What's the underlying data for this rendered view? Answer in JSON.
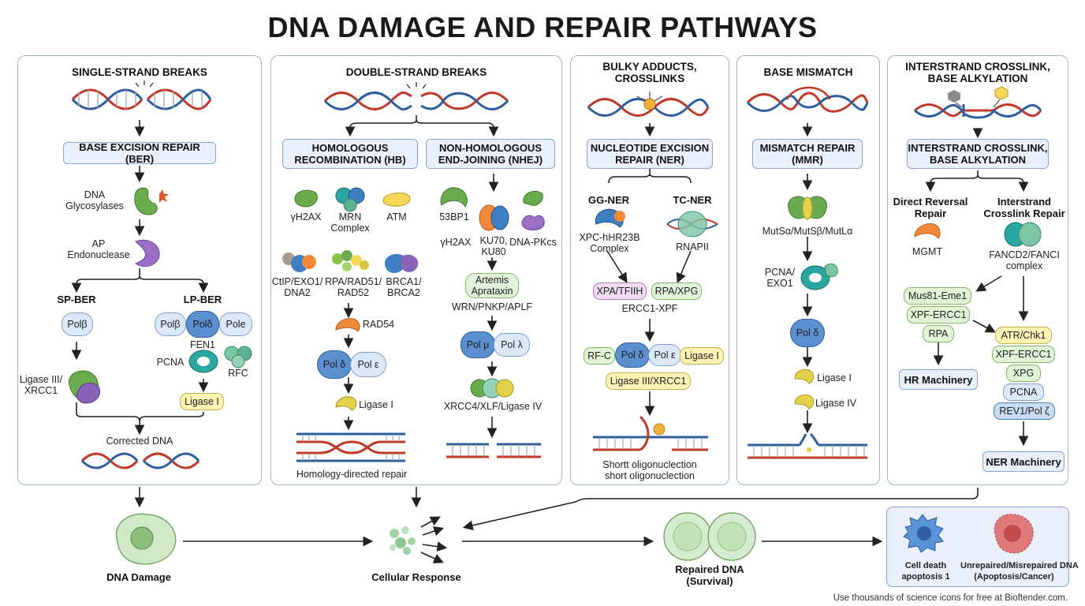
{
  "title": "DNA DAMAGE AND REPAIR PATHWAYS",
  "panels": {
    "ssb": {
      "title": "SINGLE-STRAND BREAKS",
      "ber": "BASE EXCISION REPAIR (BER)",
      "glyco": "DNA\nGlycosylases",
      "ap": "AP\nEndonuclease",
      "spber": "SP-BER",
      "lpber": "LP-BER",
      "polb": "Polβ",
      "polb2": "Polβ",
      "pold": "Polδ",
      "pole": "Pole",
      "fen1": "FEN1",
      "pcna": "PCNA",
      "rfc": "RFC",
      "lig3": "Ligase III/\nXRCC1",
      "lig1": "Ligase I",
      "corrected": "Corrected DNA"
    },
    "dsb": {
      "title": "DOUBLE-STRAND BREAKS",
      "hr": "HOMOLOGOUS\nRECOMBINATION (HB)",
      "nhej": "NON-HOMOLOGOUS\nEND-JOINING (NHEJ)",
      "gh2ax": "γH2AX",
      "mrn": "MRN\nComplex",
      "atm": "ATM",
      "ctip": "CtIP/EXO1/\nDNA2",
      "rpa": "RPA/RAD51/\nRAD52",
      "brca": "BRCA1/\nBRCA2",
      "rad54": "RAD54",
      "pold": "Pol δ",
      "pole": "Pol ε",
      "lig1": "Ligase I",
      "hdr": "Homology-directed repair",
      "bp53": "53BP1",
      "gh2ax2": "γH2AX",
      "ku": "KU70,\nKU80",
      "dnapk": "DNA-PKcs",
      "artemis": "Artemis\nAprataxin",
      "wrn": "WRN/PNKP/APLF",
      "polmu": "Pol μ",
      "pollam": "Pol λ",
      "xrcc4": "XRCC4/XLF/Ligase IV"
    },
    "bulky": {
      "title": "BULKY ADDUCTS,\nCROSSLINKS",
      "ner": "NUCLEOTIDE EXCISION\nREPAIR (NER)",
      "ggner": "GG-NER",
      "tcner": "TC-NER",
      "xpc": "XPC-hHR23B\nComplex",
      "rnap": "RNAPII",
      "xpa": "XPA/TFIIH",
      "rpaxpg": "RPA/XPG",
      "ercc": "ERCC1-XPF",
      "rfc": "RF-C",
      "pold": "Pol δ",
      "pole": "Pol ε",
      "lig1": "Ligase I",
      "lig3": "Ligase III/XRCC1",
      "oligo": "Shortt oligonuclection\nshort oligonuclection"
    },
    "mm": {
      "title": "BASE MISMATCH",
      "mmr": "MISMATCH REPAIR\n(MMR)",
      "mut": "MutSα/MutSβ/MutLα",
      "pcna": "PCNA/\nEXO1",
      "pold": "Pol δ",
      "lig1": "Ligase I",
      "lig4": "Ligase IV"
    },
    "icl": {
      "title": "INTERSTRAND CROSSLINK,\nBASE ALKYLATION",
      "box": "INTERSTRAND CROSSLINK,\nBASE ALKYLATION",
      "direct": "Direct Reversal\nRepair",
      "icrep": "Interstrand\nCrosslink Repair",
      "mgmt": "MGMT",
      "fancd": "FANCD2/FANCI\ncomplex",
      "mus": "Mus81-Eme1",
      "xpf1": "XPF-ERCC1",
      "rpa": "RPA",
      "hr": "HR Machinery",
      "atr": "ATR/Chk1",
      "xpf2": "XPF-ERCC1",
      "xpg": "XPG",
      "pcna": "PCNA",
      "rev": "REV1/Pol ζ",
      "nerm": "NER Machinery"
    }
  },
  "bottom": {
    "damage": "DNA Damage",
    "response": "Cellular Response",
    "repaired": "Repaired DNA\n(Survival)",
    "death": "Cell death\napoptosis 1",
    "unrep": "Unrepaired/Misrepaired DNA\n(Apoptosis/Cancer)"
  },
  "footer": "Use thousands of science icons for free at Bioftender.com.",
  "colors": {
    "panel_border": "#9fb3cc",
    "box_fill": "#e9f0fb",
    "dna_red": "#c0392b",
    "dna_blue": "#2e5e9e"
  }
}
